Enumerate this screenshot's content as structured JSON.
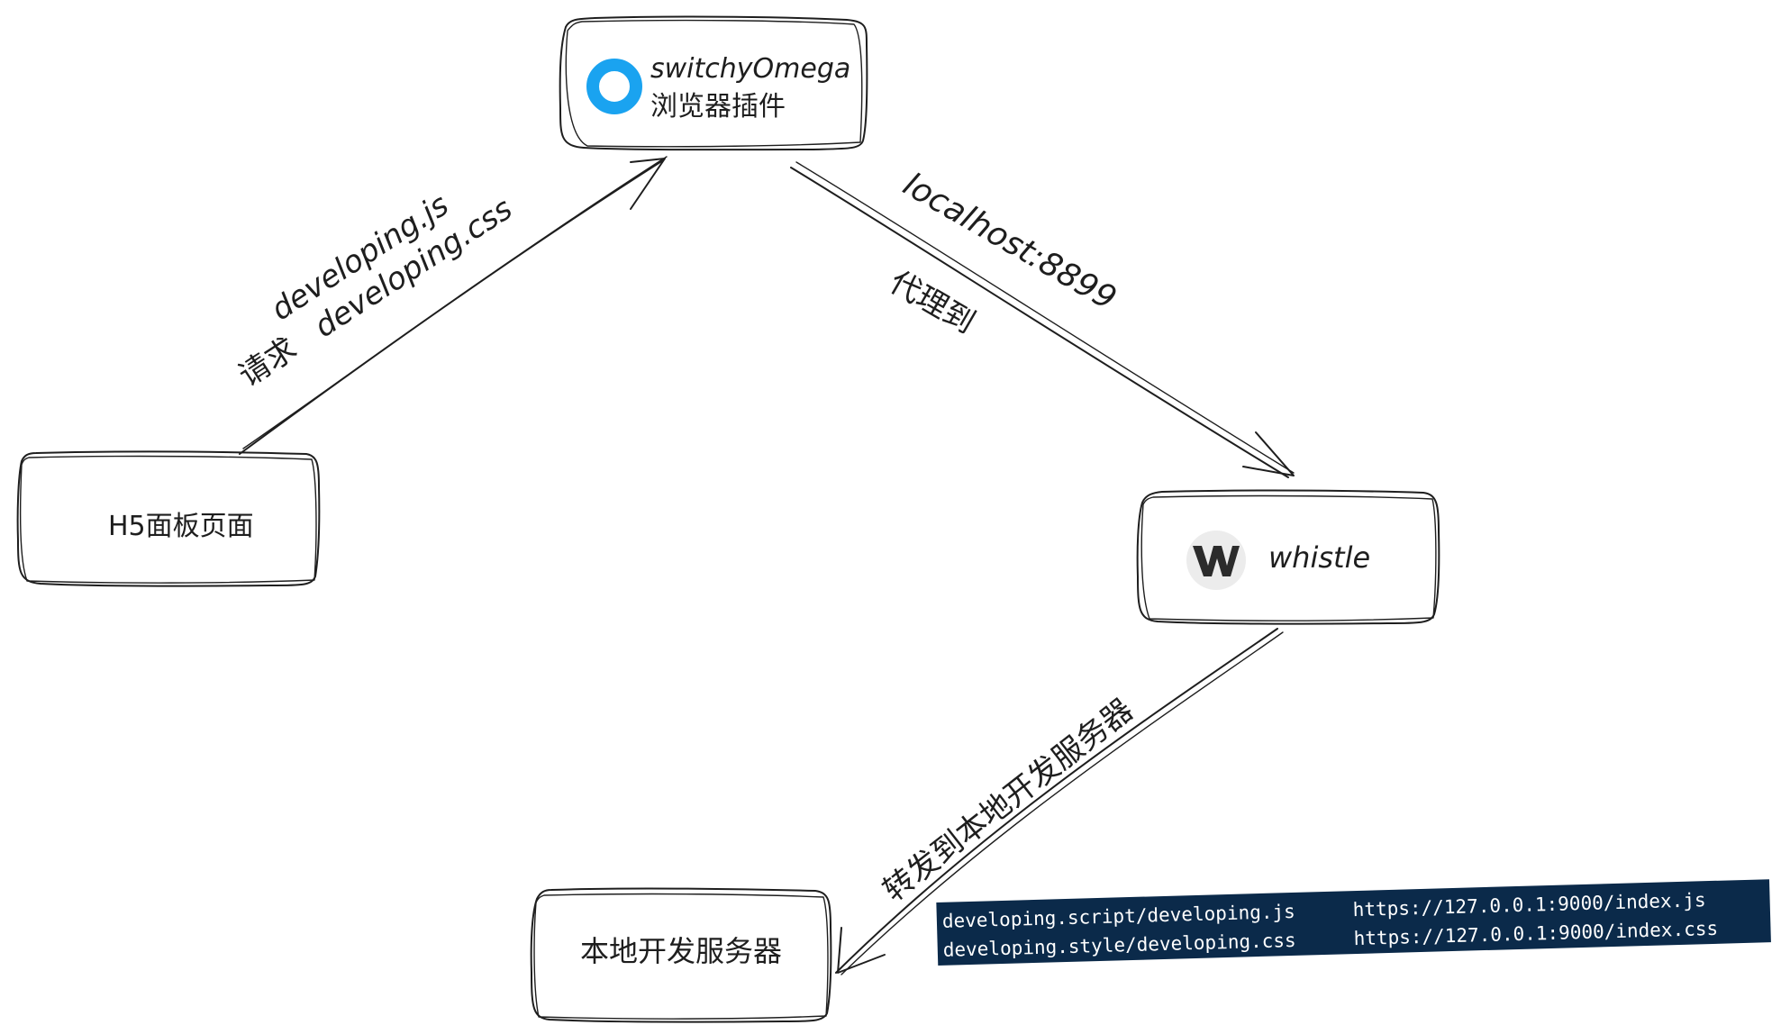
{
  "nodes": {
    "switchy": {
      "title": "switchyOmega",
      "subtitle": "浏览器插件",
      "icon": "switchyomega-ring-icon",
      "icon_color": "#1aa3f0"
    },
    "h5": {
      "label": "H5面板页面"
    },
    "whistle": {
      "label": "whistle",
      "icon": "whistle-logo-icon",
      "icon_color": "#2b2b2b"
    },
    "devserver": {
      "label": "本地开发服务器"
    }
  },
  "edges": {
    "request": {
      "prefix": "请求",
      "line1": "developing.js",
      "line2": "developing.css"
    },
    "proxy": {
      "line1": "localhost:8899",
      "line2": "代理到"
    },
    "forward": {
      "label": "转发到本地开发服务器"
    }
  },
  "rules_panel": {
    "background": "#0b2a4a",
    "rows": [
      {
        "pattern": "developing.script/developing.js",
        "target": "https://127.0.0.1:9000/index.js"
      },
      {
        "pattern": "developing.style/developing.css",
        "target": "https://127.0.0.1:9000/index.css"
      }
    ]
  }
}
